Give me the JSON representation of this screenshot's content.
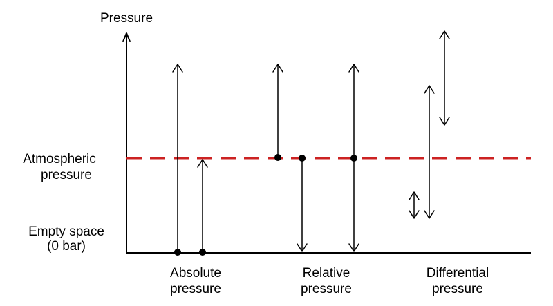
{
  "axis": {
    "y_label": "Pressure",
    "levels": [
      {
        "label_lines": [
          "Atmospheric",
          "pressure"
        ]
      },
      {
        "label_lines": [
          "Empty space",
          "(0 bar)"
        ]
      }
    ]
  },
  "groups": [
    {
      "label_lines": [
        "Absolute",
        "pressure"
      ]
    },
    {
      "label_lines": [
        "Relative",
        "pressure"
      ]
    },
    {
      "label_lines": [
        "Differential",
        "pressure"
      ]
    }
  ],
  "colors": {
    "atmospheric_line": "#cc2222",
    "lines": "#000000"
  }
}
